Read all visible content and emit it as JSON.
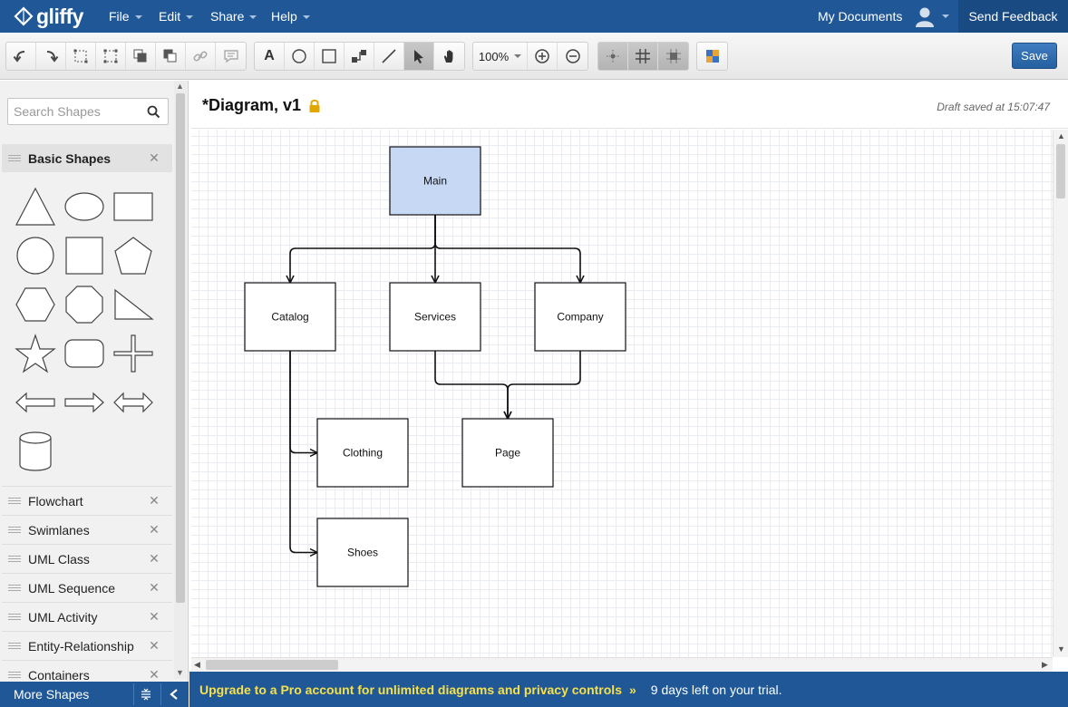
{
  "app": {
    "logo_text": "gliffy"
  },
  "menu": [
    {
      "label": "File"
    },
    {
      "label": "Edit"
    },
    {
      "label": "Share"
    },
    {
      "label": "Help"
    }
  ],
  "topright": {
    "my_documents": "My Documents",
    "send_feedback": "Send Feedback"
  },
  "toolbar": {
    "zoom": "100%",
    "save_label": "Save",
    "text_tool": "A"
  },
  "sidebar": {
    "search_placeholder": "Search Shapes",
    "active_library": "Basic Shapes",
    "libraries": [
      {
        "label": "Flowchart"
      },
      {
        "label": "Swimlanes"
      },
      {
        "label": "UML Class"
      },
      {
        "label": "UML Sequence"
      },
      {
        "label": "UML Activity"
      },
      {
        "label": "Entity-Relationship"
      },
      {
        "label": "Containers"
      }
    ],
    "more_shapes": "More Shapes"
  },
  "document": {
    "title": "*Diagram, v1",
    "draft_status": "Draft saved at 15:07:47"
  },
  "diagram": {
    "nodes": [
      {
        "id": "main",
        "label": "Main",
        "fill": "#c7d8f4"
      },
      {
        "id": "catalog",
        "label": "Catalog",
        "fill": "#ffffff"
      },
      {
        "id": "services",
        "label": "Services",
        "fill": "#ffffff"
      },
      {
        "id": "company",
        "label": "Company",
        "fill": "#ffffff"
      },
      {
        "id": "clothing",
        "label": "Clothing",
        "fill": "#ffffff"
      },
      {
        "id": "page",
        "label": "Page",
        "fill": "#ffffff"
      },
      {
        "id": "shoes",
        "label": "Shoes",
        "fill": "#ffffff"
      }
    ],
    "edges": [
      {
        "from": "main",
        "to": "catalog"
      },
      {
        "from": "main",
        "to": "services"
      },
      {
        "from": "main",
        "to": "company"
      },
      {
        "from": "catalog",
        "to": "clothing"
      },
      {
        "from": "catalog",
        "to": "shoes"
      },
      {
        "from": "services",
        "to": "page"
      },
      {
        "from": "company",
        "to": "page"
      }
    ]
  },
  "promo": {
    "upgrade_text": "Upgrade to a Pro account for unlimited diagrams and privacy controls",
    "chevrons": "»",
    "trial_text": "9 days left on your trial."
  },
  "colors": {
    "brand_blue": "#1f5797",
    "promo_yellow": "#f6e04b",
    "main_node_fill": "#c7d8f4"
  }
}
